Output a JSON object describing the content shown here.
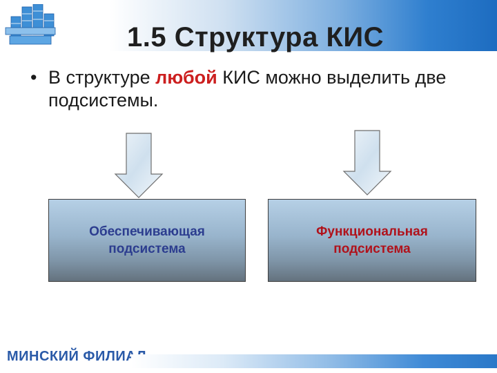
{
  "slide": {
    "title": "1.5 Структура КИС",
    "bullet": {
      "marker": "•",
      "before": "В структуре ",
      "highlight": "любой",
      "after": " КИС можно выделить две подсистемы."
    },
    "boxes": [
      {
        "line1": "Обеспечивающая",
        "line2": "подсистема"
      },
      {
        "line1": "Функциональная",
        "line2": "подсистема"
      }
    ],
    "footer": "МИНСКИЙ ФИЛИАЛ"
  },
  "colors": {
    "highlight": "#cc1f1f",
    "box_left_text": "#2c3d8f",
    "box_right_text": "#b0121b",
    "footer_text": "#2a5aa8",
    "accent_blue": "#2f7fcf"
  },
  "icons": {
    "logo": "building-blocks-logo-icon",
    "arrows": "down-arrow-icon"
  }
}
